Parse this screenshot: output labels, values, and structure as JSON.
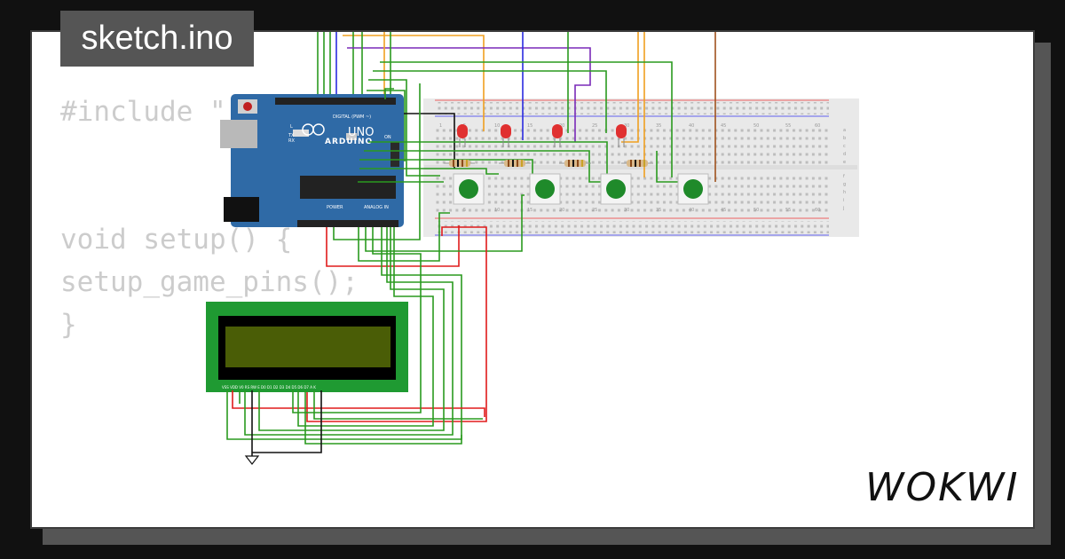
{
  "filename": "sketch.ino",
  "logo_text": "WOKWI",
  "code_lines": [
    "#include \"",
    "",
    "",
    "void setup() {",
    "setup_game_pins();",
    "}"
  ],
  "board": {
    "brand": "ARDUINO",
    "model": "UNO",
    "on_label": "ON",
    "l_label": "L",
    "tx_label": "TX",
    "rx_label": "RX",
    "digital_label": "DIGITAL (PWM ~)",
    "power_label": "POWER",
    "analog_label": "ANALOG IN"
  },
  "breadboard_numbers": [
    "5",
    "10",
    "15",
    "20",
    "25",
    "30",
    "35",
    "40",
    "45",
    "50",
    "55",
    "60"
  ],
  "breadboard_row_letters": [
    "a",
    "b",
    "c",
    "d",
    "e",
    "f",
    "g",
    "h",
    "i",
    "j"
  ],
  "breadboard_top_numbers": [
    "1",
    "5",
    "10",
    "15",
    "20",
    "25",
    "30",
    "35",
    "40",
    "45",
    "50",
    "55",
    "60"
  ],
  "lcd_pin_labels": "VSS VDD V0 RS RW E D0 D1 D2 D3 D4 D5 D6 D7 A K",
  "colors": {
    "background": "#111111",
    "card": "#ffffff",
    "tag": "#555555",
    "board": "#2f6aa6",
    "lcd_bezel": "#1f9a32",
    "lcd_screen": "#4a5d06",
    "wire_green": "#2a9a1f",
    "wire_red": "#e01b1b",
    "wire_orange": "#f0a020",
    "wire_purple": "#7a2ab8",
    "wire_blue": "#2a2ae0",
    "wire_brown": "#a0521e",
    "button": "#1f8a2a",
    "led": "#e03030"
  },
  "icons": {
    "ground": "ground-symbol-icon",
    "reset": "reset-button-icon"
  }
}
